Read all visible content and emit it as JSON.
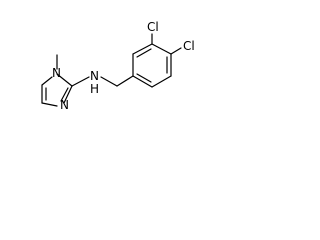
{
  "molecule": {
    "atoms": {
      "cl_top": "Cl",
      "cl_right": "Cl",
      "nh_n": "N",
      "nh_h": "H",
      "ring_n1": "N",
      "ring_n3": "N"
    }
  },
  "colors": {
    "bond": "#000000",
    "atom_text": "#000000",
    "background": "#ffffff"
  }
}
